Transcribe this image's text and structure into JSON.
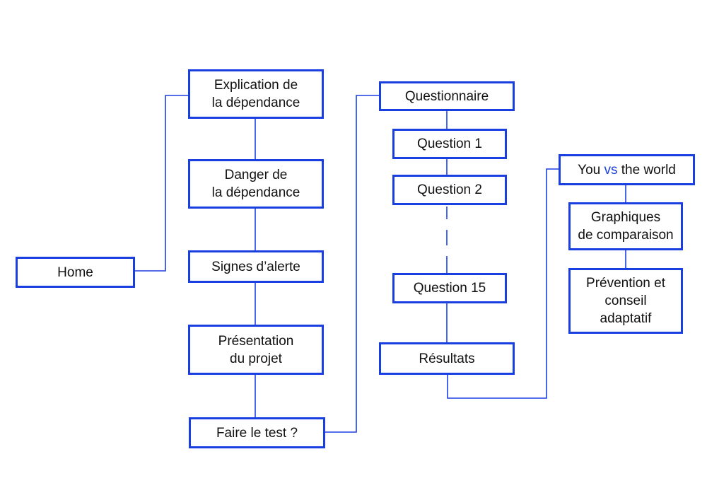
{
  "colors": {
    "accent": "#1a3fe0",
    "text": "#111111",
    "background": "#ffffff"
  },
  "nodes": {
    "home": "Home",
    "explication": [
      "Explication de",
      "la dépendance"
    ],
    "danger": [
      "Danger de",
      "la dépendance"
    ],
    "signes": "Signes d’alerte",
    "presentation": [
      "Présentation",
      "du projet"
    ],
    "faire_test": "Faire le test ?",
    "questionnaire": "Questionnaire",
    "question1": "Question 1",
    "question2": "Question 2",
    "question15": "Question 15",
    "resultats": "Résultats",
    "you_vs_world": {
      "before": "You ",
      "highlight": "vs",
      "after": " the world"
    },
    "graphiques": [
      "Graphiques",
      "de comparaison"
    ],
    "prevention": [
      "Prévention et",
      "conseil",
      "adaptatif"
    ]
  }
}
